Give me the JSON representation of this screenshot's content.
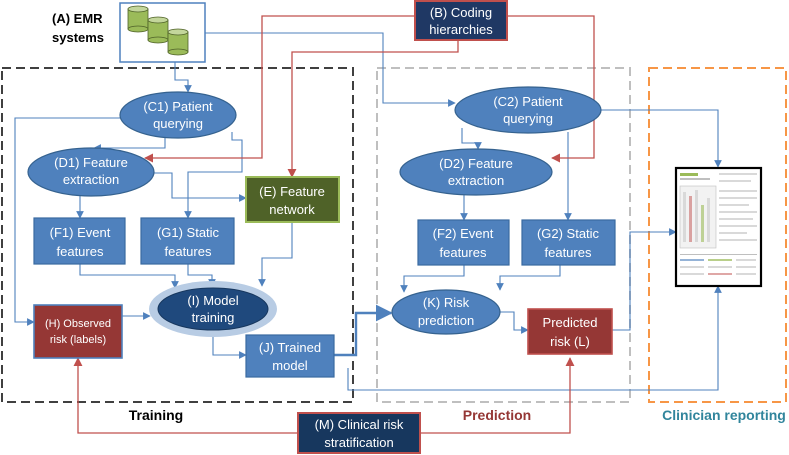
{
  "nodes": {
    "a_line1": "(A) EMR",
    "a_line2": "systems",
    "b_line1": "(B) Coding",
    "b_line2": "hierarchies",
    "c1_line1": "(C1) Patient",
    "c1_line2": "querying",
    "c2_line1": "(C2) Patient",
    "c2_line2": "querying",
    "d1_line1": "(D1) Feature",
    "d1_line2": "extraction",
    "d2_line1": "(D2)  Feature",
    "d2_line2": "extraction",
    "e_line1": "(E) Feature",
    "e_line2": "network",
    "f1_line1": "(F1) Event",
    "f1_line2": "features",
    "g1_line1": "(G1) Static",
    "g1_line2": "features",
    "f2_line1": "(F2) Event",
    "f2_line2": "features",
    "g2_line1": "(G2) Static",
    "g2_line2": "features",
    "h_line1": "(H) Observed",
    "h_line2": "risk (labels)",
    "i_line1": "(I) Model",
    "i_line2": "training",
    "j_line1": "(J) Trained",
    "j_line2": "model",
    "k_line1": "(K) Risk",
    "k_line2": "prediction",
    "l_line1": "Predicted",
    "l_line2": "risk (L)",
    "m_line1": "(M) Clinical risk",
    "m_line2": "stratification"
  },
  "sections": {
    "training": "Training",
    "prediction": "Prediction",
    "clinician": "Clinician reporting"
  },
  "colors": {
    "node_blue": "#4f81bd",
    "node_dark_blue": "#1f497d",
    "node_navy": "#17375e",
    "node_red": "#953735",
    "node_green": "#4f6228",
    "arrow_red": "#c0504d",
    "training_border": "#404040",
    "prediction_border": "#bfbfbf",
    "clinician_border": "#f79646",
    "prediction_label": "#953735",
    "clinician_label": "#31859c",
    "db_green": "#9bbb59"
  },
  "icons": {
    "emr": "database-stack-icon",
    "report": "clinical-report-thumbnail"
  }
}
